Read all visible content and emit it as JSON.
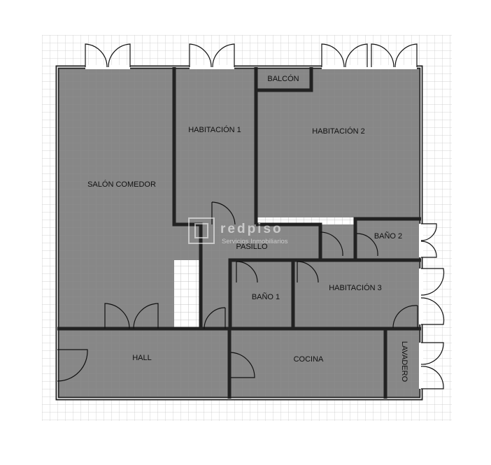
{
  "rooms": {
    "salon_comedor": "SALÓN COMEDOR",
    "habitacion_1": "HABITACIÓN 1",
    "habitacion_2": "HABITACIÓN 2",
    "balcon": "BALCÓN",
    "bano_2": "BAÑO 2",
    "pasillo": "PASILLO",
    "bano_1": "BAÑO 1",
    "habitacion_3": "HABITACIÓN 3",
    "hall": "HALL",
    "cocina": "COCINA",
    "lavadero": "LAVADERO"
  },
  "watermark": {
    "brand": "redpiso",
    "tagline": "Servicios Inmobiliarios"
  },
  "colors": {
    "room_fill": "#878787",
    "wall": "#222222",
    "grid": "#c9c9c9",
    "background": "#ffffff"
  }
}
